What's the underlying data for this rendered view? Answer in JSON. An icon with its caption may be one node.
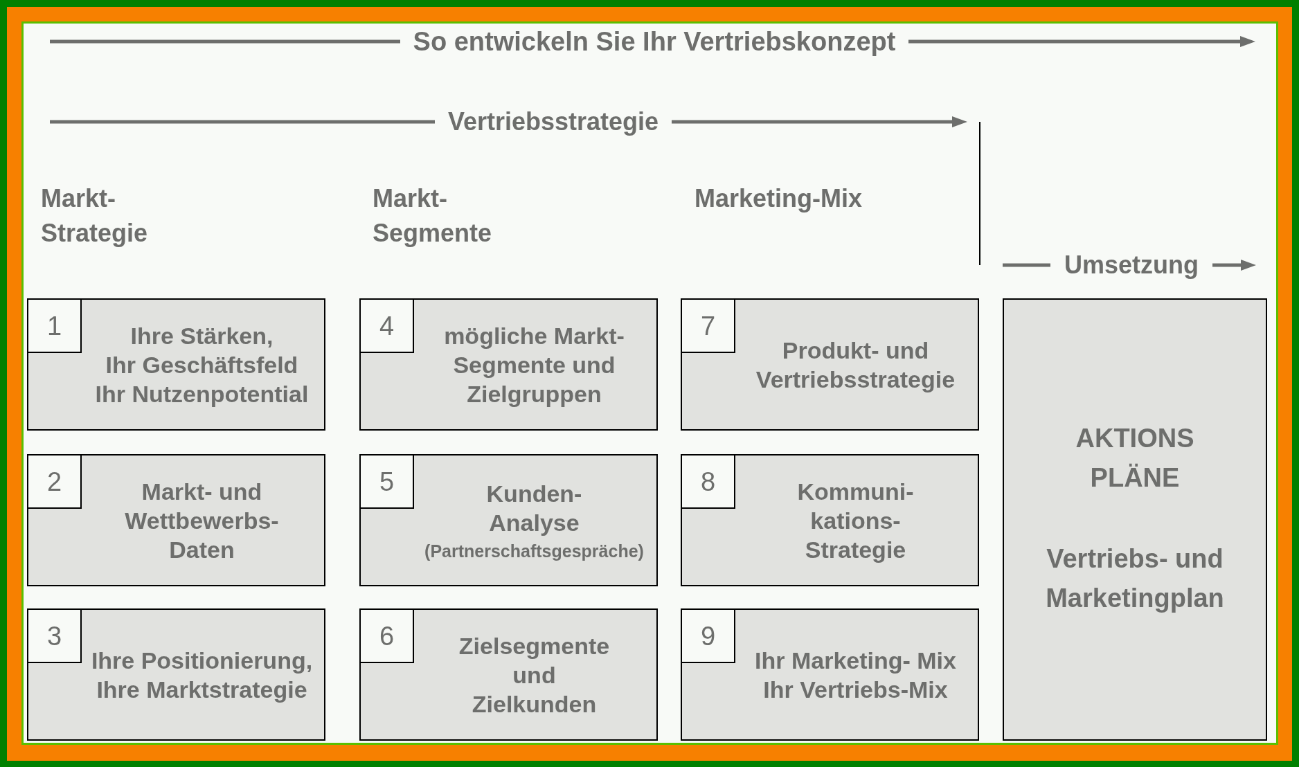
{
  "diagram": {
    "title": "So entwickeln Sie Ihr Vertriebskonzept",
    "nodes": [
      {
        "text": [
          "Ihre Stärken, Ihr Geschäftsfeld Ihr Nutzenpotential"
        ]
      },
      {
        "text": [
          "1"
        ],
        "in": 0
      },
      {
        "text": [
          "Markt- und Wettbewerbs- Daten"
        ]
      },
      {
        "text": [
          "2"
        ],
        "in": 2
      },
      {
        "text": [
          "Ihre Positionierung, Ihre Marktstrategie"
        ]
      },
      {
        "text": [
          "3"
        ],
        "in": 4
      },
      {
        "text": [
          "mögliche Markt- Segmente und Zielgruppen"
        ]
      },
      {
        "text": [
          "4"
        ],
        "in": 6
      },
      {
        "text": [
          "Kunden- Analyse",
          "(Partnerschaftsgespräche)"
        ]
      },
      {
        "text": [
          "5"
        ],
        "in": 8
      },
      {
        "text": [
          "Zielsegmente und Zielkunden"
        ]
      },
      {
        "text": [
          "6"
        ],
        "in": 10
      },
      {
        "text": [
          "Produkt- und Vertriebsstrategie"
        ]
      },
      {
        "text": [
          "7"
        ],
        "in": 12
      },
      {
        "text": [
          "Kommuni- kations- Strategie"
        ]
      },
      {
        "text": [
          "8"
        ],
        "in": 14
      },
      {
        "text": [
          "Ihr Marketing- Mix Ihr Vertriebs-Mix"
        ]
      },
      {
        "text": [
          "9"
        ],
        "in": 16
      },
      {
        "text": [
          "AKTIONS PLÄNE",
          "Vertriebs- und Marketingplan"
        ]
      }
    ],
    "labels": [
      "Vertriebsstrategie",
      "Markt- Strategie",
      "Markt- Segmente",
      "Marketing-Mix",
      "Umsetzung"
    ]
  }
}
